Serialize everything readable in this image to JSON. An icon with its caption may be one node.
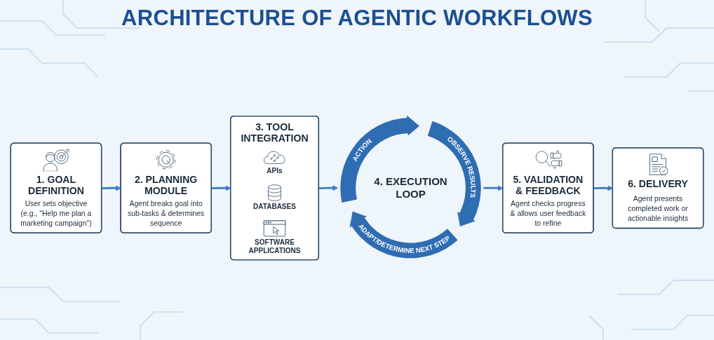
{
  "diagram": {
    "title": "ARCHITECTURE OF AGENTIC WORKFLOWS",
    "nodes": [
      {
        "text": [
          "1. GOAL DEFINITION",
          "User sets objective (e.g., \"Help me plan a marketing campaign\")"
        ]
      },
      {
        "text": [
          "2. PLANNING MODULE",
          "Agent breaks goal into sub-tasks & determines sequence"
        ]
      },
      {
        "text": [
          "3. TOOL INTEGRATION",
          "APIs",
          "DATABASES",
          "SOFTWARE APPLICATIONS"
        ]
      },
      {
        "text": [
          "4. EXECUTION LOOP",
          "ACTION",
          "OBSERVE RESULTS",
          "ADAPT/DETERMINE NEXT STEP"
        ]
      },
      {
        "text": [
          "5. VALIDATION & FEEDBACK",
          "Agent checks progress & allows user feedback to refine"
        ]
      },
      {
        "text": [
          "6. DELIVERY",
          "Agent presents completed work or actionable insights"
        ]
      }
    ],
    "edges": [
      {
        "from": 0,
        "to": 1,
        "arrow": "to"
      },
      {
        "from": 1,
        "to": 2,
        "arrow": "to"
      },
      {
        "from": 2,
        "to": 3,
        "arrow": "to"
      },
      {
        "from": 3,
        "to": 4,
        "arrow": "to"
      },
      {
        "from": 4,
        "to": 5,
        "arrow": "to"
      }
    ]
  }
}
